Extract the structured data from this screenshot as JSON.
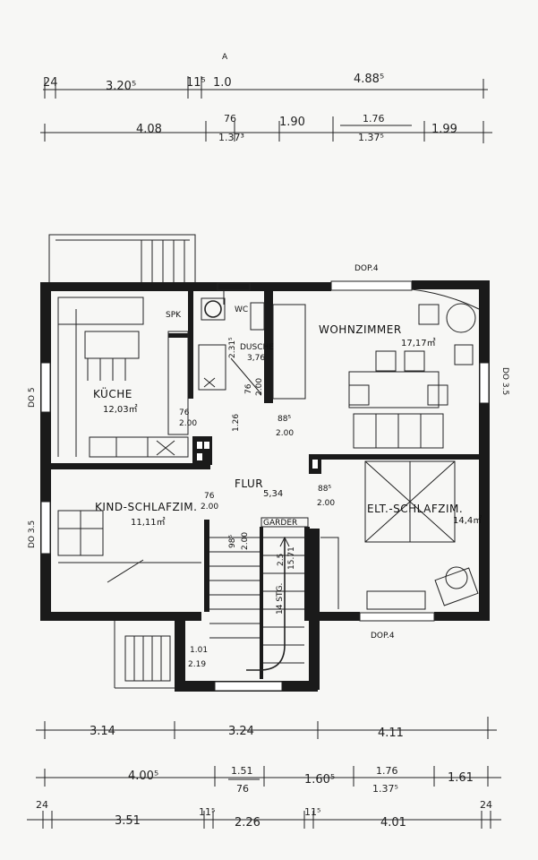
{
  "top_dims": {
    "row1": [
      "24",
      "3.20⁵",
      "11⁵",
      "1.0",
      "4.88⁵",
      "A"
    ],
    "row2": [
      "4.08",
      "76",
      "1.37³",
      "1.90",
      "1.76",
      "1.37⁵",
      "1.99"
    ]
  },
  "rooms": {
    "kueche": {
      "name": "KÜCHE",
      "area": "12,03㎡",
      "sp": "SPK"
    },
    "dusche": {
      "name": "DUSCHE",
      "area": "3,76",
      "dim1": "2.31⁵",
      "dim2": "76",
      "dim3": "2.00",
      "wc": "WC"
    },
    "wohnzimmer": {
      "name": "WOHNZIMMER",
      "area": "17,17㎡"
    },
    "flur": {
      "name": "FLUR",
      "area": "5,34",
      "d1": "1.26",
      "d2": "88⁵",
      "d3": "2.00",
      "d4": "88⁵",
      "d5": "2.00"
    },
    "kind": {
      "name": "KIND-SCHLAFZIM.",
      "area": "11,11㎡",
      "d1": "76",
      "d2": "2.00"
    },
    "elt": {
      "name": "ELT.-SCHLAFZIM.",
      "area": "14,4㎡"
    },
    "stair": {
      "garder": "GARDER",
      "steps": "14 STG.",
      "d1": "2.5",
      "d2": "15.71",
      "d3": "98⁵",
      "d4": "2.00"
    },
    "entry": {
      "d1": "1.01",
      "d2": "2.19"
    },
    "kueche_door": {
      "d1": "76",
      "d2": "2.00"
    }
  },
  "windows": {
    "top": "DOP.4",
    "bottom": "DOP.4",
    "left_upper": "DO 5",
    "left_lower": "DO 3.5",
    "right": "DO 3.5"
  },
  "bottom_dims": {
    "row1": [
      "3.14",
      "3.24",
      "4.11"
    ],
    "row2": [
      "4.00⁵",
      "1.51",
      "76",
      "1.60⁵",
      "1.76",
      "1.37⁵",
      "1.61"
    ],
    "row3": [
      "24",
      "3.51",
      "11⁵",
      "2.26",
      "11⁵",
      "4.01",
      "24"
    ]
  }
}
